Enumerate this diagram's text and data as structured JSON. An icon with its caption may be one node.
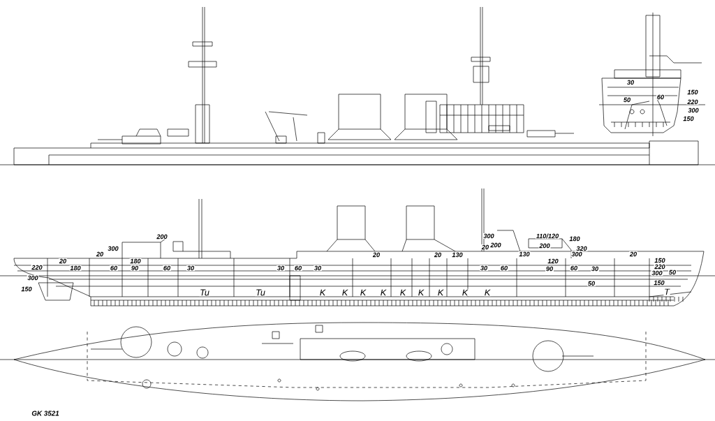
{
  "diagram": {
    "labels": [
      "30",
      "150",
      "50",
      "60",
      "220",
      "300",
      "150",
      "200",
      "300",
      "110/120",
      "180",
      "200",
      "200",
      "300",
      "20",
      "320",
      "20",
      "20",
      "20",
      "130",
      "130",
      "300",
      "20",
      "20",
      "180",
      "120",
      "150",
      "220",
      "180",
      "60",
      "90",
      "60",
      "30",
      "30",
      "60",
      "30",
      "30",
      "60",
      "90",
      "60",
      "30",
      "220",
      "300",
      "300",
      "50",
      "150",
      "50",
      "150",
      "Tu",
      "Tu",
      "K",
      "K",
      "K",
      "K",
      "K",
      "K",
      "K",
      "K",
      "K",
      "T",
      "GK 3521"
    ]
  }
}
